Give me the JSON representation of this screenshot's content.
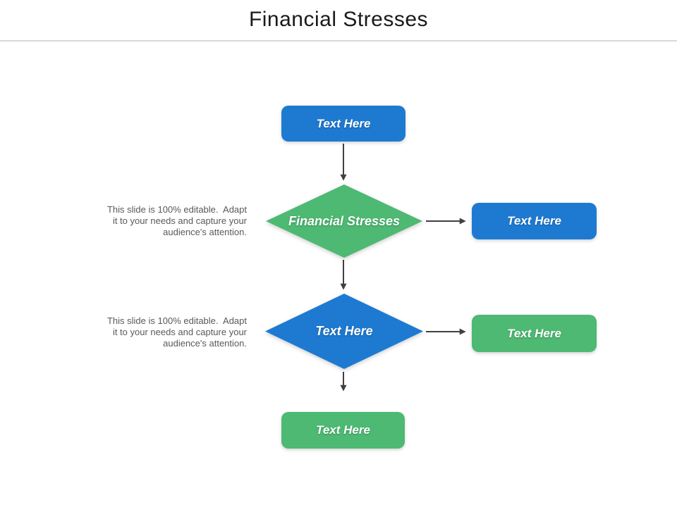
{
  "slide": {
    "title": "Financial Stresses"
  },
  "colors": {
    "blue": "#1e7ad1",
    "green": "#4db973",
    "arrow": "#404040",
    "note_text": "#595959",
    "divider": "#d9d9d9",
    "title_text": "#1a1a1a"
  },
  "flowchart": {
    "top_box": {
      "label": "Text Here"
    },
    "decision_1": {
      "label": "Financial Stresses"
    },
    "right_box_1": {
      "label": "Text Here"
    },
    "decision_2": {
      "label": "Text Here"
    },
    "right_box_2": {
      "label": "Text Here"
    },
    "bottom_box": {
      "label": "Text Here"
    }
  },
  "notes": [
    {
      "lines": [
        "This slide is 100% editable.  Adapt",
        "it to your needs and capture your",
        "audience's attention."
      ]
    },
    {
      "lines": [
        "This slide is 100% editable.  Adapt",
        "it to your needs and capture your",
        "audience's attention."
      ]
    }
  ]
}
